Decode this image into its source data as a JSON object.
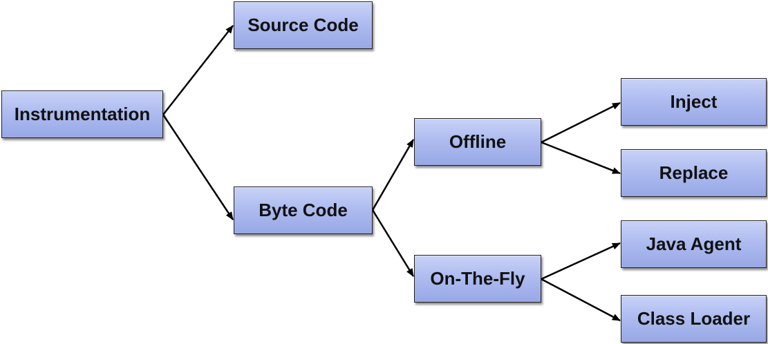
{
  "diagram": {
    "nodes": {
      "instrumentation": "Instrumentation",
      "source_code": "Source Code",
      "byte_code": "Byte Code",
      "offline": "Offline",
      "on_the_fly": "On-The-Fly",
      "inject": "Inject",
      "replace": "Replace",
      "java_agent": "Java Agent",
      "class_loader": "Class Loader"
    },
    "edges": [
      {
        "from": "Instrumentation",
        "to": "Source Code"
      },
      {
        "from": "Instrumentation",
        "to": "Byte Code"
      },
      {
        "from": "Byte Code",
        "to": "Offline"
      },
      {
        "from": "Byte Code",
        "to": "On-The-Fly"
      },
      {
        "from": "Offline",
        "to": "Inject"
      },
      {
        "from": "Offline",
        "to": "Replace"
      },
      {
        "from": "On-The-Fly",
        "to": "Java Agent"
      },
      {
        "from": "On-The-Fly",
        "to": "Class Loader"
      }
    ],
    "colors": {
      "node_fill_top": "#c9d2f7",
      "node_fill_bottom": "#98a8e6",
      "node_border": "#1f1f1f",
      "edge": "#000000"
    }
  }
}
